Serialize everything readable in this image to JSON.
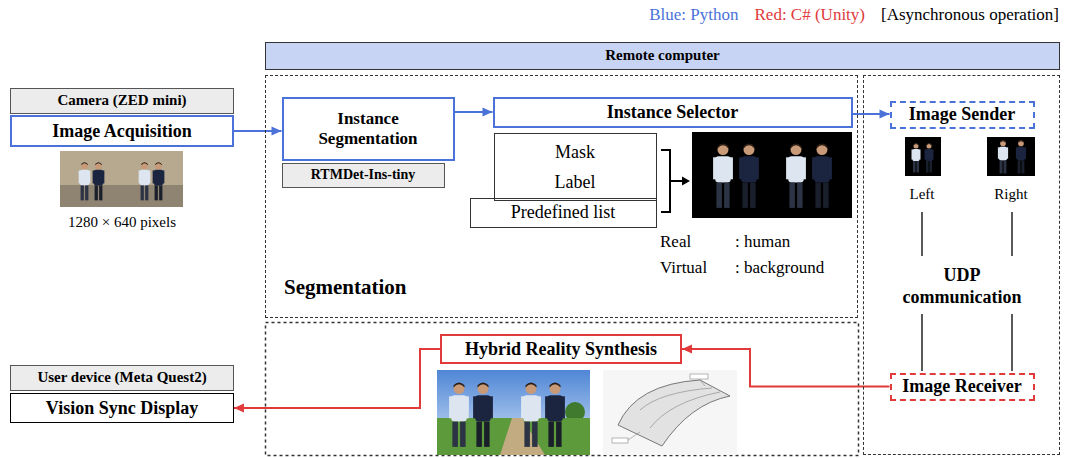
{
  "diagram": {
    "nodes": [
      {
        "text": [
          "Remote computer"
        ]
      },
      {
        "text": [
          "Camera (ZED mini)"
        ]
      },
      {
        "text": [
          "Image Acquisition"
        ]
      },
      {
        "text": [
          "Segmentation"
        ]
      },
      {
        "text": [
          "Instance Segmentation"
        ],
        "in": 3
      },
      {
        "text": [
          "RTMDet-Ins-tiny"
        ],
        "in": 3
      },
      {
        "text": [
          "Instance Selector"
        ],
        "in": 3
      },
      {
        "text": [
          "Mask Label"
        ],
        "in": 3
      },
      {
        "text": [
          "Predefined list"
        ],
        "in": 3
      },
      {
        "text": [
          "UDP communication"
        ]
      },
      {
        "text": [
          "Image Sender"
        ],
        "in": 9
      },
      {
        "text": [
          "Image Receiver"
        ],
        "in": 9
      },
      {
        "text": [
          "Hybrid Reality Synthesis"
        ]
      },
      {
        "text": [
          "User device (Meta Quest2)"
        ]
      },
      {
        "text": [
          "Vision Sync Display"
        ]
      }
    ],
    "edges": [
      {
        "from": 2,
        "to": 4,
        "arrow": "to"
      },
      {
        "from": 4,
        "to": 6,
        "arrow": "to"
      },
      {
        "from": 6,
        "to": 10,
        "arrow": "to"
      },
      {
        "from": 11,
        "to": 12,
        "arrow": "to"
      },
      {
        "from": 12,
        "to": 14,
        "arrow": "to"
      }
    ],
    "labels": [
      "Blue: Python",
      "Red: C# (Unity)",
      "[Asynchronous operation]",
      "1280 × 640 pixels",
      "Real",
      ": human",
      "Virtual",
      ": background",
      "Left",
      "Right"
    ]
  }
}
